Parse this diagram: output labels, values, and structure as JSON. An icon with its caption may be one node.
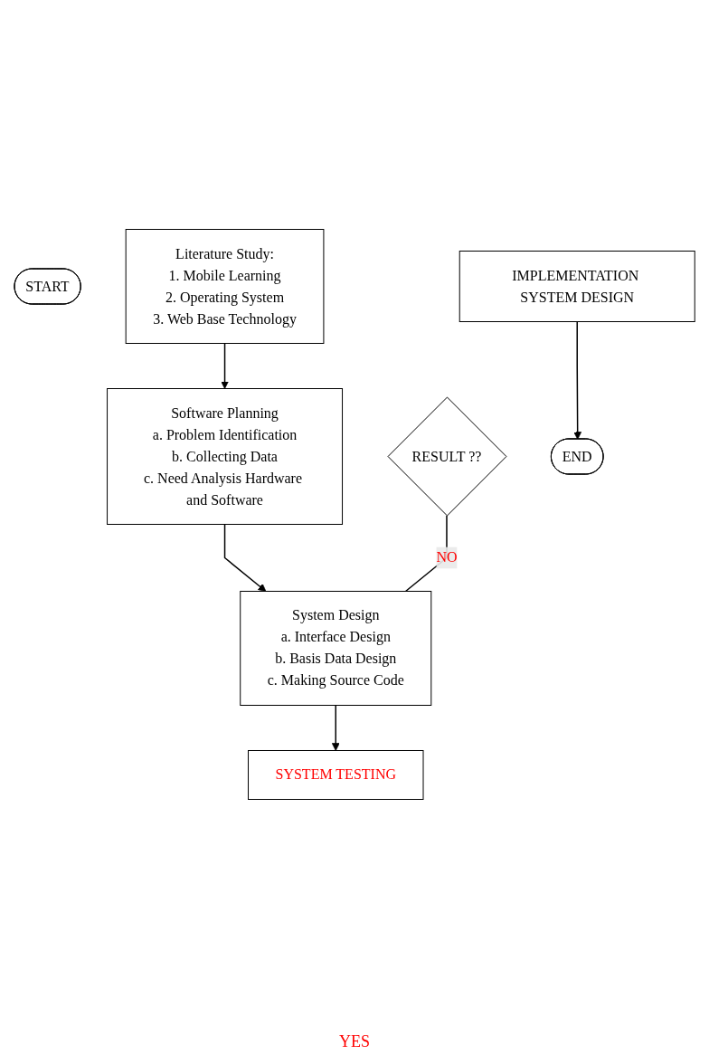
{
  "diagram": {
    "nodes": [
      {
        "text": [
          "START"
        ]
      },
      {
        "text": [
          "Literature Study:",
          "1. Mobile Learning",
          "2. Operating System",
          "3. Web Base Technology"
        ]
      },
      {
        "text": [
          "Software Planning",
          "a. Problem Identification",
          "b. Collecting Data",
          "c. Need Analysis Hardware and Software"
        ]
      },
      {
        "text": [
          "System Design",
          "a. Interface Design",
          "b. Basis Data Design",
          "c. Making Source Code"
        ]
      },
      {
        "text": [
          "SYSTEM TESTING"
        ]
      },
      {
        "text": [
          "RESULT ??"
        ]
      },
      {
        "text": [
          "IMPLEMENTATION SYSTEM DESIGN"
        ]
      },
      {
        "text": [
          "END"
        ]
      }
    ],
    "edges": [
      {
        "from": 1,
        "to": 2,
        "arrow": "to"
      },
      {
        "from": 2,
        "to": 3,
        "arrow": "to"
      },
      {
        "from": 3,
        "to": 4,
        "arrow": "to"
      },
      {
        "from": 5,
        "to": 3,
        "arrow": "none",
        "label": "NO"
      },
      {
        "from": 6,
        "to": 7,
        "arrow": "to"
      }
    ],
    "labels": [
      "YES"
    ]
  }
}
